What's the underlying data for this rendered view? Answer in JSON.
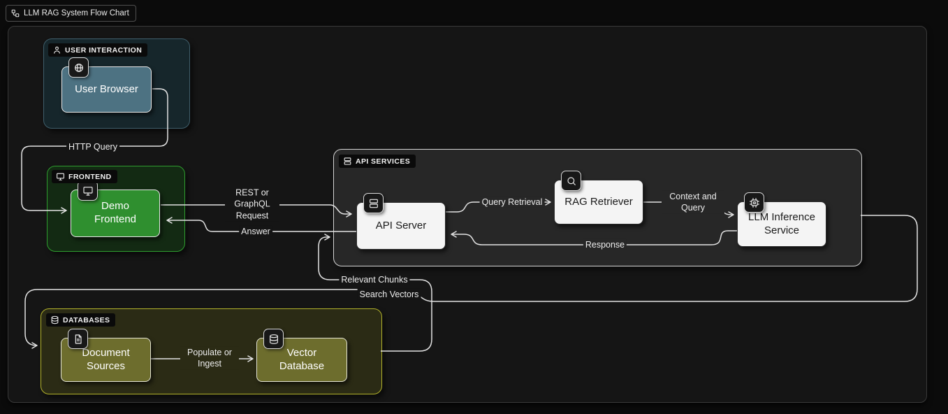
{
  "title": {
    "label": "LLM RAG System Flow Chart",
    "icon": "flow-icon"
  },
  "groups": {
    "user_interaction": {
      "label": "USER INTERACTION",
      "icon": "person-icon",
      "fill": "#16262b",
      "border": "#3f5e6b"
    },
    "frontend": {
      "label": "FRONTEND",
      "icon": "monitor-icon",
      "fill": "#132a13",
      "border": "#2f9e2f"
    },
    "api_services": {
      "label": "API SERVICES",
      "icon": "server-icon",
      "fill": "#272727",
      "border": "#d6d6d6"
    },
    "databases": {
      "label": "DATABASES",
      "icon": "database-icon",
      "fill": "#2b2b15",
      "border": "#b3b32b"
    }
  },
  "nodes": {
    "user_browser": {
      "label": "User Browser",
      "icon": "globe-icon",
      "fill": "#4d7282",
      "text": "#ffffff"
    },
    "demo_frontend": {
      "label": "Demo Frontend",
      "icon": "monitor-icon",
      "fill": "#2f8f2f",
      "text": "#ffffff"
    },
    "api_server": {
      "label": "API Server",
      "icon": "server-icon",
      "fill": "#f4f4f4",
      "text": "#1a1a1a"
    },
    "rag_retriever": {
      "label": "RAG Retriever",
      "icon": "search-icon",
      "fill": "#f4f4f4",
      "text": "#1a1a1a"
    },
    "llm_inference": {
      "label": "LLM Inference Service",
      "icon": "cpu-icon",
      "fill": "#f4f4f4",
      "text": "#1a1a1a"
    },
    "document_sources": {
      "label": "Document Sources",
      "icon": "document-icon",
      "fill": "#6d6d2d",
      "text": "#ffffff"
    },
    "vector_database": {
      "label": "Vector Database",
      "icon": "database-icon",
      "fill": "#6d6d2d",
      "text": "#ffffff"
    }
  },
  "edges": [
    {
      "from": "User Browser",
      "to": "Demo Frontend",
      "label": "HTTP Query"
    },
    {
      "from": "Demo Frontend",
      "to": "API Server",
      "label": "REST or GraphQL Request"
    },
    {
      "from": "API Server",
      "to": "Demo Frontend",
      "label": "Answer"
    },
    {
      "from": "API Server",
      "to": "RAG Retriever",
      "label": "Query Retrieval"
    },
    {
      "from": "RAG Retriever",
      "to": "LLM Inference Service",
      "label": "Context and Query"
    },
    {
      "from": "LLM Inference Service",
      "to": "API Server",
      "label": "Response"
    },
    {
      "from": "API SERVICES",
      "to": "DATABASES",
      "label": "Search Vectors"
    },
    {
      "from": "DATABASES",
      "to": "API SERVICES",
      "label": "Relevant Chunks"
    },
    {
      "from": "Document Sources",
      "to": "Vector Database",
      "label": "Populate or Ingest"
    }
  ],
  "colors": {
    "page_background": "#0b0b0b",
    "canvas_background": "#151515",
    "canvas_border": "#3a3a3a",
    "edge_stroke": "#e3e3e3"
  }
}
